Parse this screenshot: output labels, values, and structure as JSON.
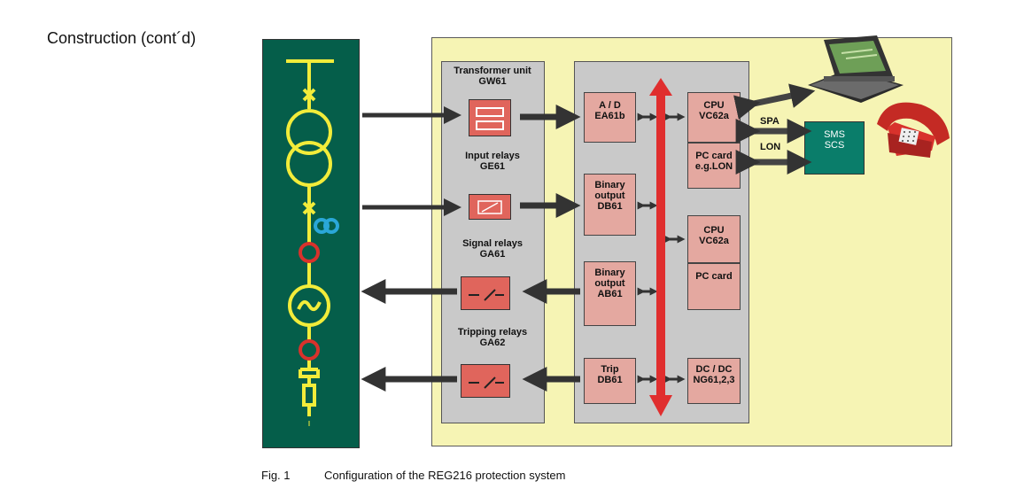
{
  "title": "Construction (cont´d)",
  "caption": {
    "number": "Fig. 1",
    "text": "Configuration of the REG216 protection system"
  },
  "relay_units": {
    "transformer": {
      "line1": "Transformer unit",
      "line2": "GW61"
    },
    "input": {
      "line1": "Input relays",
      "line2": "GE61"
    },
    "signal": {
      "line1": "Signal relays",
      "line2": "GA61"
    },
    "tripping": {
      "line1": "Tripping relays",
      "line2": "GA62"
    }
  },
  "modules": {
    "ad": [
      "A / D",
      "EA61b"
    ],
    "bin_out_db": [
      "Binary",
      "output",
      "DB61"
    ],
    "bin_out_ab": [
      "Binary",
      "output",
      "AB61"
    ],
    "trip": [
      "Trip",
      "DB61"
    ],
    "cpu1": [
      "CPU",
      "VC62a"
    ],
    "pccard1": [
      "PC card",
      "e.g.LON"
    ],
    "cpu2": [
      "CPU",
      "VC62a"
    ],
    "pccard2": [
      "PC card"
    ],
    "dcdc": [
      "DC / DC",
      "NG61,2,3"
    ]
  },
  "links": {
    "spa": "SPA",
    "lon": "LON"
  },
  "sms": [
    "SMS",
    "SCS"
  ],
  "colors": {
    "panel": "#f6f4b4",
    "single_line_bg": "#055e4a",
    "single_line_stroke": "#f2ec3a",
    "breaker": "#d8322c",
    "ct": "#2aa7d8",
    "bus": "#e02e2e",
    "module": "#e4a8a0",
    "relay": "#e0655c",
    "sms": "#0a7d6a"
  },
  "icons": [
    "laptop-icon",
    "telephone-icon",
    "transformer-symbol-icon",
    "relay-coil-icon",
    "switch-contact-icon",
    "generator-icon"
  ]
}
